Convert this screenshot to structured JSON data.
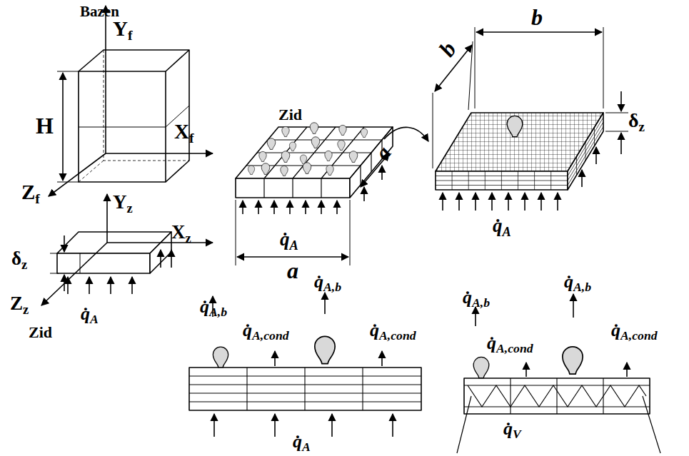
{
  "diagram": {
    "labels": [
      "Bazen",
      "Y",
      "f",
      "H",
      "X",
      "f",
      "Z",
      "f",
      "Y",
      "z",
      "X",
      "z",
      "δ",
      "z",
      "Z",
      "z",
      "q̇",
      "A",
      "Zid",
      "Zid",
      "q̇",
      "A",
      "a",
      "a",
      "b",
      "b",
      "δ",
      "z",
      "q̇",
      "A",
      "q̇",
      "A,b",
      "q̇",
      "A,cond",
      "q̇",
      "A,b",
      "q̇",
      "A,cond",
      "q̇",
      "A",
      "q̇",
      "A,b",
      "q̇",
      "A,cond",
      "q̇",
      "A,b",
      "q̇",
      "A,cond",
      "q̇",
      "V"
    ]
  }
}
